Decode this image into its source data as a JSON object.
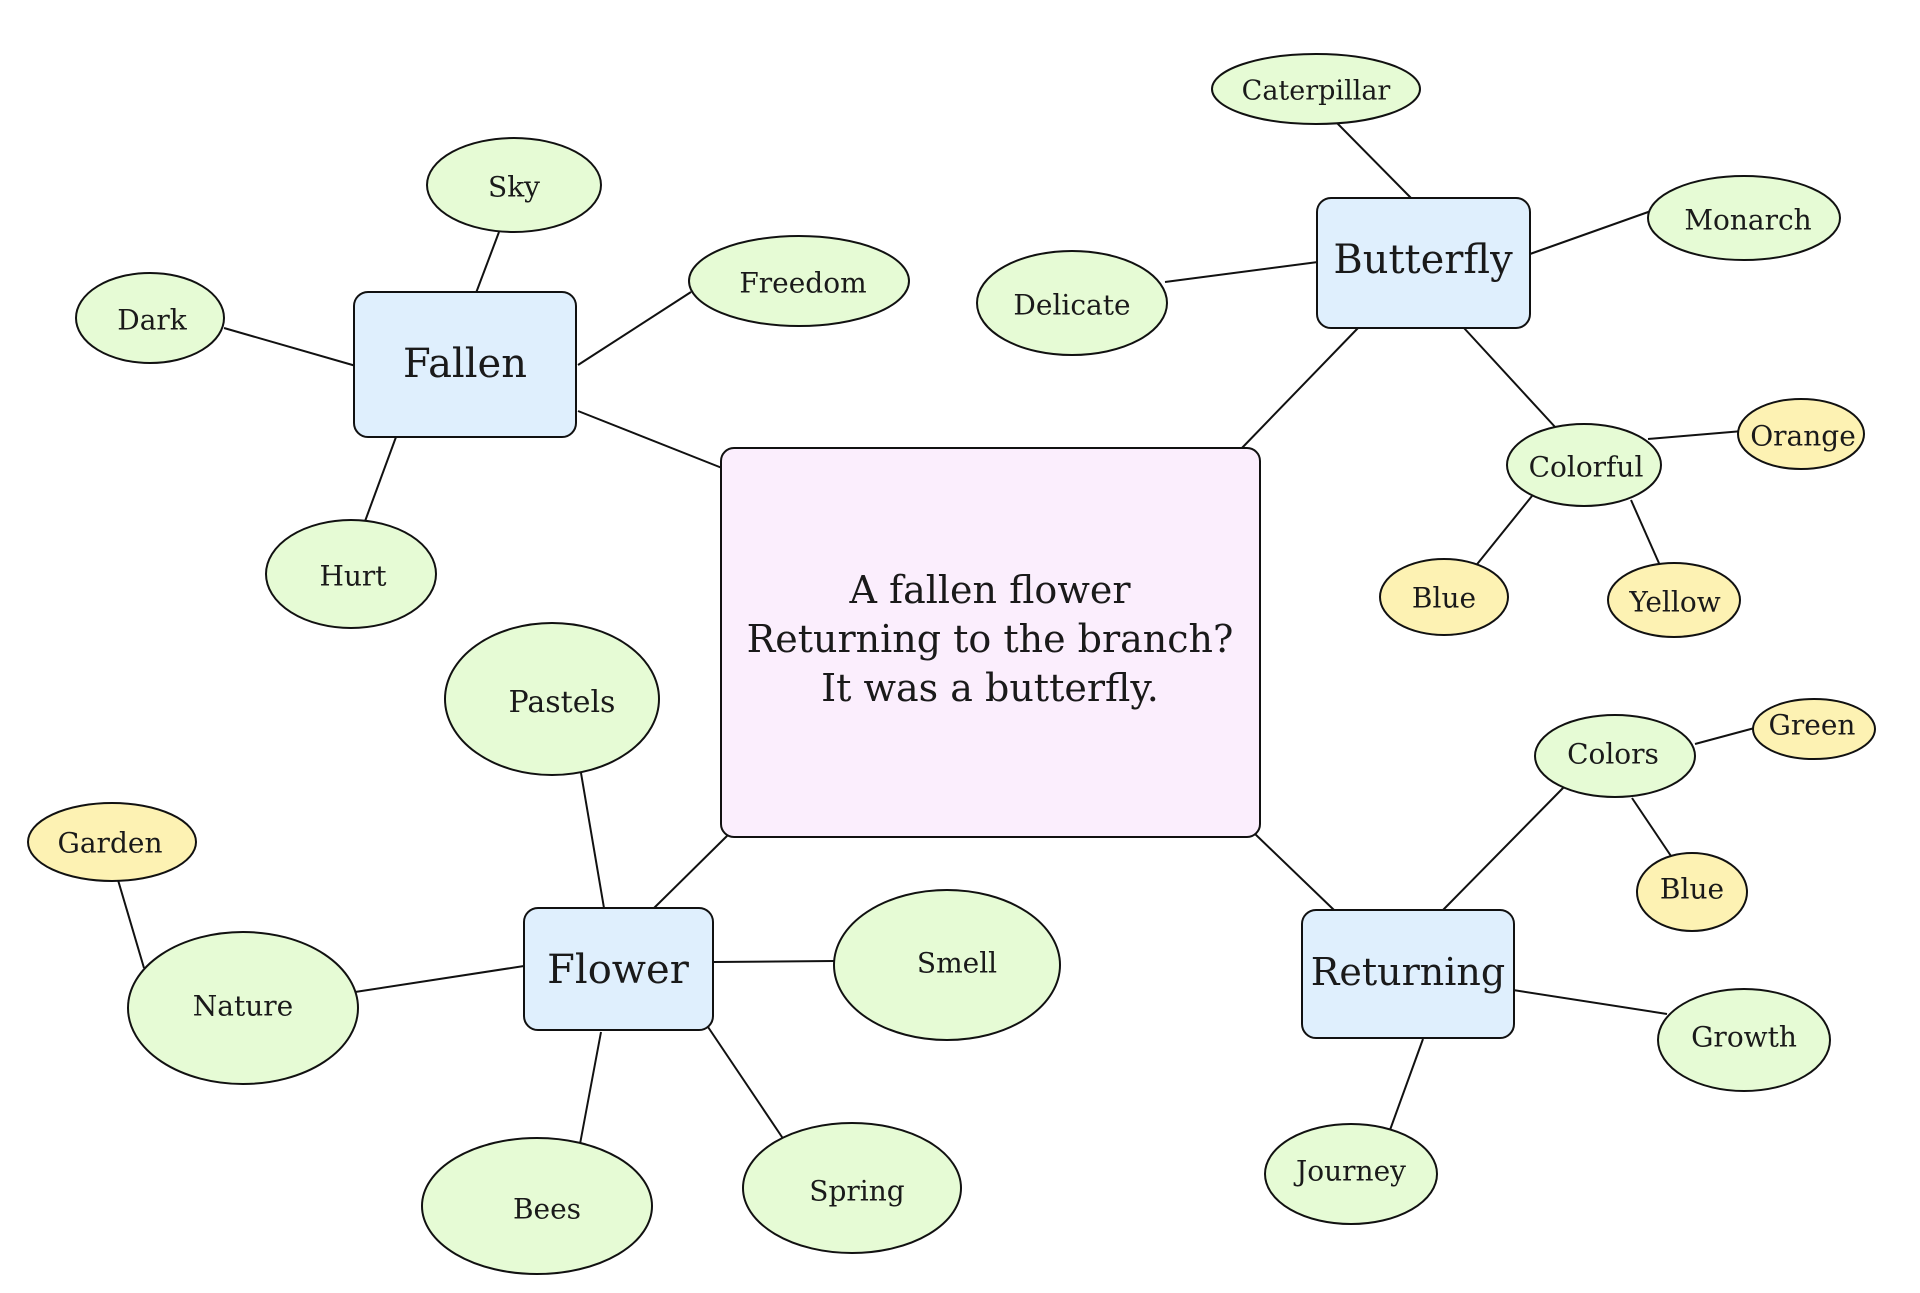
{
  "center": {
    "lines": [
      "A fallen flower",
      "Returning to the branch?",
      "It was a butterfly."
    ]
  },
  "topics": {
    "fallen": "Fallen",
    "butterfly": "Butterfly",
    "flower": "Flower",
    "returning": "Returning"
  },
  "leaves": {
    "sky": "Sky",
    "dark": "Dark",
    "freedom": "Freedom",
    "hurt": "Hurt",
    "caterpillar": "Caterpillar",
    "monarch": "Monarch",
    "delicate": "Delicate",
    "colorful": "Colorful",
    "orange": "Orange",
    "blue_butterfly": "Blue",
    "yellow": "Yellow",
    "pastels": "Pastels",
    "garden": "Garden",
    "nature": "Nature",
    "smell": "Smell",
    "bees": "Bees",
    "spring": "Spring",
    "colors": "Colors",
    "green": "Green",
    "blue_returning": "Blue",
    "growth": "Growth",
    "journey": "Journey"
  },
  "colors": {
    "center_fill": "#fbeefd",
    "topic_fill": "#dfeffd",
    "leaf_fill": "#e6fbd5",
    "highlight_leaf_fill": "#fdf2b3",
    "stroke": "#111111"
  }
}
